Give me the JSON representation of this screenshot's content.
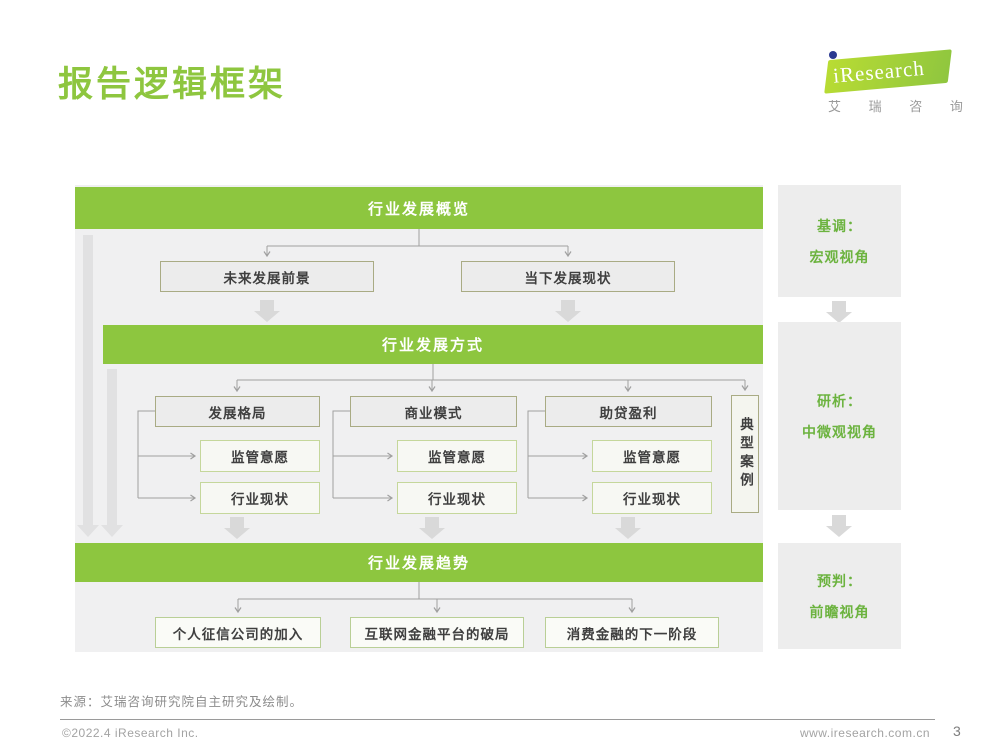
{
  "header": {
    "title": "报告逻辑框架"
  },
  "logo": {
    "brand": "iResearch",
    "brand_cn": "艾 瑞 咨 询"
  },
  "colors": {
    "brand_green": "#8dc63f",
    "panel_gray": "#f0f0f1",
    "block_arrow_gray": "#d9d9d9",
    "sidebar_text_green": "#6cb33f"
  },
  "diagram": {
    "bar_overview": "行业发展概览",
    "row1": {
      "left": "未来发展前景",
      "right": "当下发展现状"
    },
    "bar_mode": "行业发展方式",
    "columns": [
      {
        "header": "发展格局",
        "sub1": "监管意愿",
        "sub2": "行业现状"
      },
      {
        "header": "商业模式",
        "sub1": "监管意愿",
        "sub2": "行业现状"
      },
      {
        "header": "助贷盈利",
        "sub1": "监管意愿",
        "sub2": "行业现状"
      }
    ],
    "case_box": "典型案例",
    "bar_trend": "行业发展趋势",
    "bottom_row": [
      "个人征信公司的加入",
      "互联网金融平台的破局",
      "消费金融的下一阶段"
    ],
    "sidebar": [
      {
        "line1": "基调：",
        "line2": "宏观视角"
      },
      {
        "line1": "研析：",
        "line2": "中微观视角"
      },
      {
        "line1": "预判：",
        "line2": "前瞻视角"
      }
    ]
  },
  "footer": {
    "source": "来源：艾瑞咨询研究院自主研究及绘制。",
    "copyright": "©2022.4 iResearch Inc.",
    "website": "www.iresearch.com.cn",
    "page_number": "3"
  }
}
